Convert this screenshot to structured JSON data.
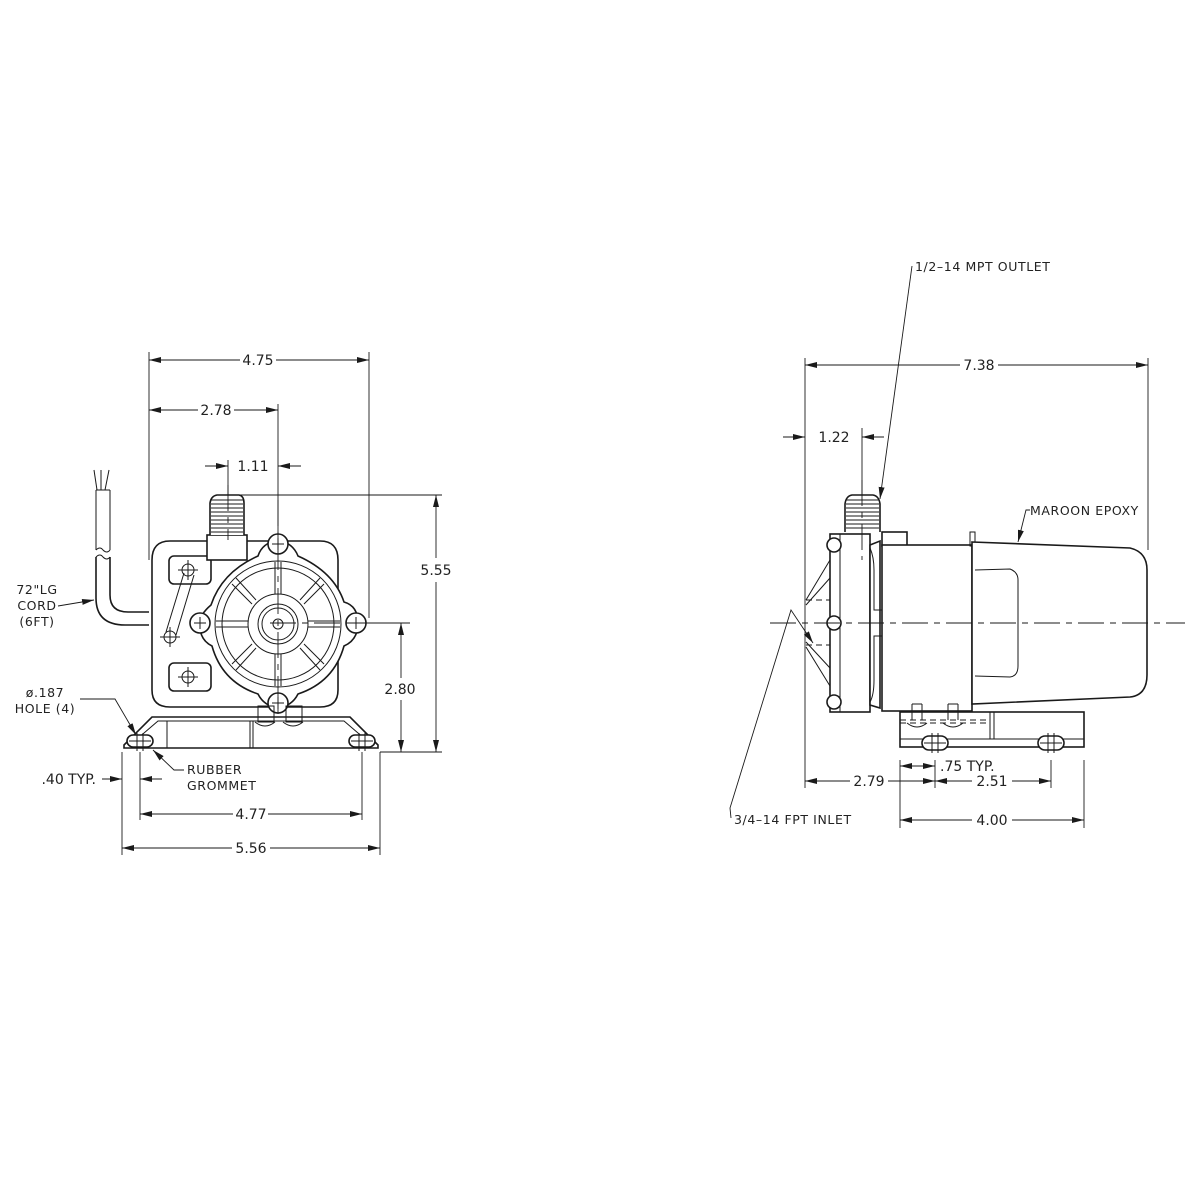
{
  "drawing": {
    "front_view": {
      "dimensions": {
        "overall_width": "4.75",
        "outlet_offset": "2.78",
        "outlet_to_center": "1.11",
        "overall_height": "5.55",
        "center_height": "2.80",
        "hole_spacing": "4.77",
        "base_width": "5.56",
        "edge_to_hole": ".40 TYP."
      },
      "callouts": {
        "cord_line1": "72\"LG",
        "cord_line2": "CORD",
        "cord_line3": "(6FT)",
        "hole_line1": "ø.187",
        "hole_line2": "HOLE (4)",
        "grommet_line1": "RUBBER",
        "grommet_line2": "GROMMET"
      }
    },
    "side_view": {
      "dimensions": {
        "overall_length": "7.38",
        "outlet_offset": "1.22",
        "inlet_to_hole": "2.79",
        "hole_to_edge": ".75 TYP.",
        "hole_spacing": "2.51",
        "base_length": "4.00"
      },
      "callouts": {
        "outlet": "1/2–14 MPT OUTLET",
        "housing": "MAROON EPOXY",
        "inlet": "3/4–14 FPT INLET"
      }
    }
  }
}
